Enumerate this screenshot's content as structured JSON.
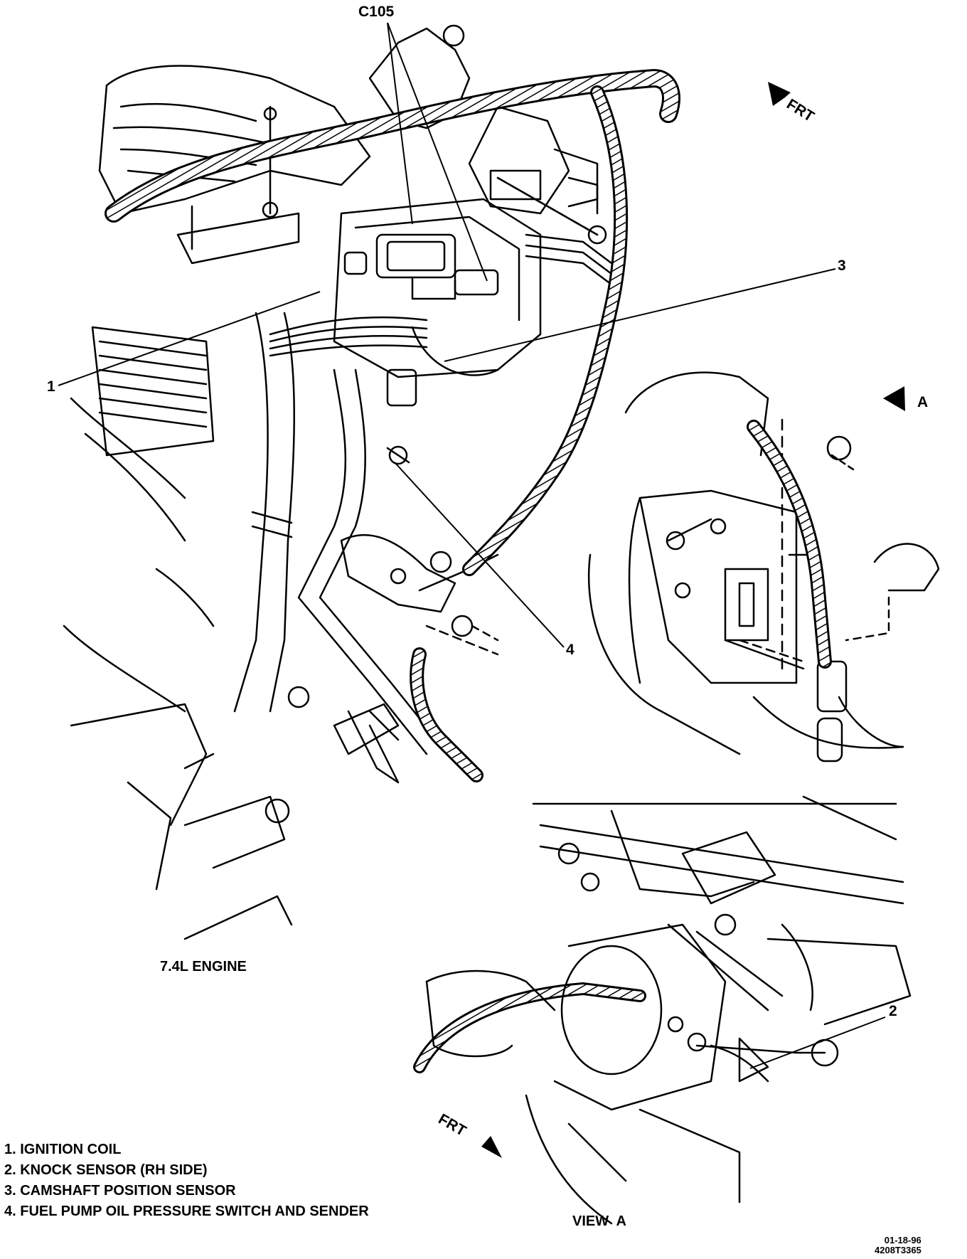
{
  "callouts": {
    "c105": "C105",
    "n1": "1",
    "n2": "2",
    "n3": "3",
    "n4": "4"
  },
  "arrows": {
    "frt_top": "FRT",
    "a": "A",
    "frt_bottom": "FRT"
  },
  "captions": {
    "engine": "7.4L ENGINE",
    "view": "VIEW  A"
  },
  "legend": [
    "1. IGNITION COIL",
    "2. KNOCK SENSOR (RH SIDE)",
    "3. CAMSHAFT POSITION SENSOR",
    "4. FUEL PUMP OIL PRESSURE SWITCH AND SENDER"
  ],
  "document_code": {
    "line1": "01-18-96",
    "line2": "4208T3365"
  }
}
